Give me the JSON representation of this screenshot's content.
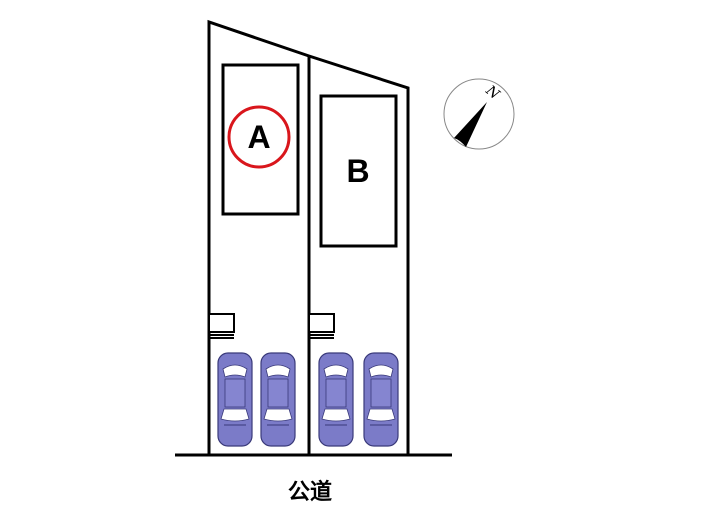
{
  "lots": [
    {
      "label": "A",
      "highlighted": true
    },
    {
      "label": "B",
      "highlighted": false
    }
  ],
  "compass": {
    "north_label": "N"
  },
  "road_label": "公道",
  "colors": {
    "highlight": "#d9161c",
    "car": "#7b7bc8",
    "line": "#000000"
  }
}
